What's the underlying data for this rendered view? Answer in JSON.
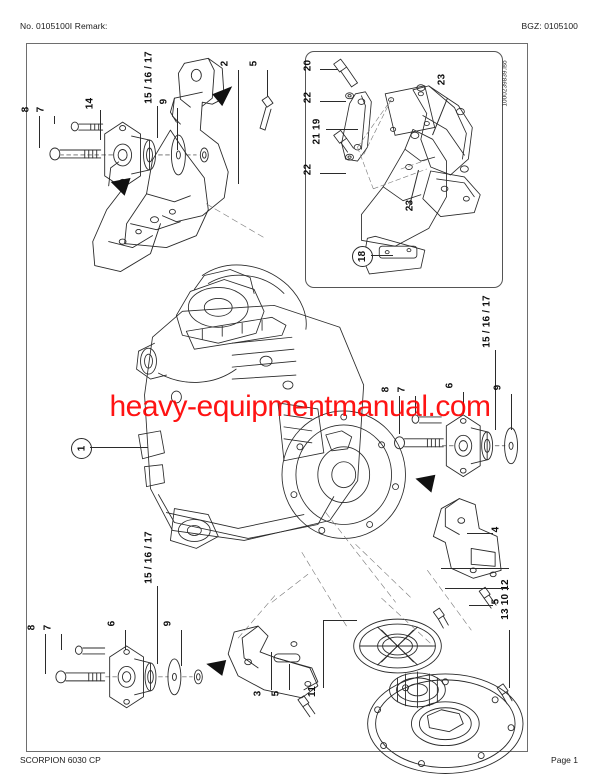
{
  "header": {
    "left": "No. 0105100I   Remark:",
    "right": "BGZ: 0105100"
  },
  "footer": {
    "left": "SCORPION 6030 CP",
    "right": "Page 1"
  },
  "watermark": {
    "text": "heavy-equipmentmanual.com",
    "color": "#ff0000"
  },
  "inset": {
    "code": "1000239839.iso",
    "labels": {
      "l20": "20",
      "l22a": "22",
      "l2119": "21 19",
      "l22b": "22",
      "l23a": "23",
      "l23b": "23",
      "l18": "18"
    }
  },
  "groups": {
    "top_left": {
      "l8": "8",
      "l7": "7",
      "l14": "14",
      "l151617": "15 / 16 / 17",
      "l9": "9",
      "l2": "2",
      "l5": "5"
    },
    "engine": {
      "l1": "1"
    },
    "mid_right": {
      "l8": "8",
      "l7": "7",
      "l6": "6",
      "l151617": "15 / 16 / 17",
      "l9": "9",
      "l4": "4",
      "l5": "5"
    },
    "bottom_left": {
      "l8": "8",
      "l7": "7",
      "l6": "6",
      "l151617": "15 / 16 / 17",
      "l9": "9",
      "l3": "3",
      "l5": "5",
      "l11": "11"
    },
    "bottom_right": {
      "l131012": "13 10 12"
    }
  },
  "colors": {
    "line": "#2b2b2b",
    "frame": "#6e6e6e",
    "text": "#111111",
    "accent": "#ff0000"
  }
}
